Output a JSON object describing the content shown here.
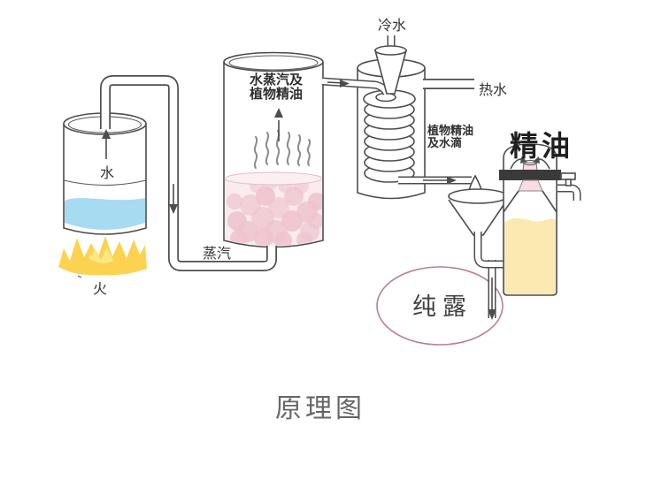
{
  "title": "原理图",
  "labels": {
    "water": "水",
    "fire": "火",
    "steam": "蒸汽",
    "vapor_line1": "水蒸汽及",
    "vapor_line2": "植物精油",
    "cold_water": "冷水",
    "hot_water": "热水",
    "condensate_line1": "植物精油",
    "condensate_line2": "及水滴",
    "essential_oil": "精油",
    "hydrosol": "纯露"
  },
  "colors": {
    "line": "#4d4d4d",
    "water": "#a7dbf2",
    "fire": "#fcd350",
    "fire_light": "#fde88a",
    "plant": "#eec4cd",
    "plant_bg": "#f9ebee",
    "oil": "#faeab2",
    "cork": "#f8dce2",
    "band": "#3a3a3a",
    "hydrosol_ring": "#bb8090"
  }
}
